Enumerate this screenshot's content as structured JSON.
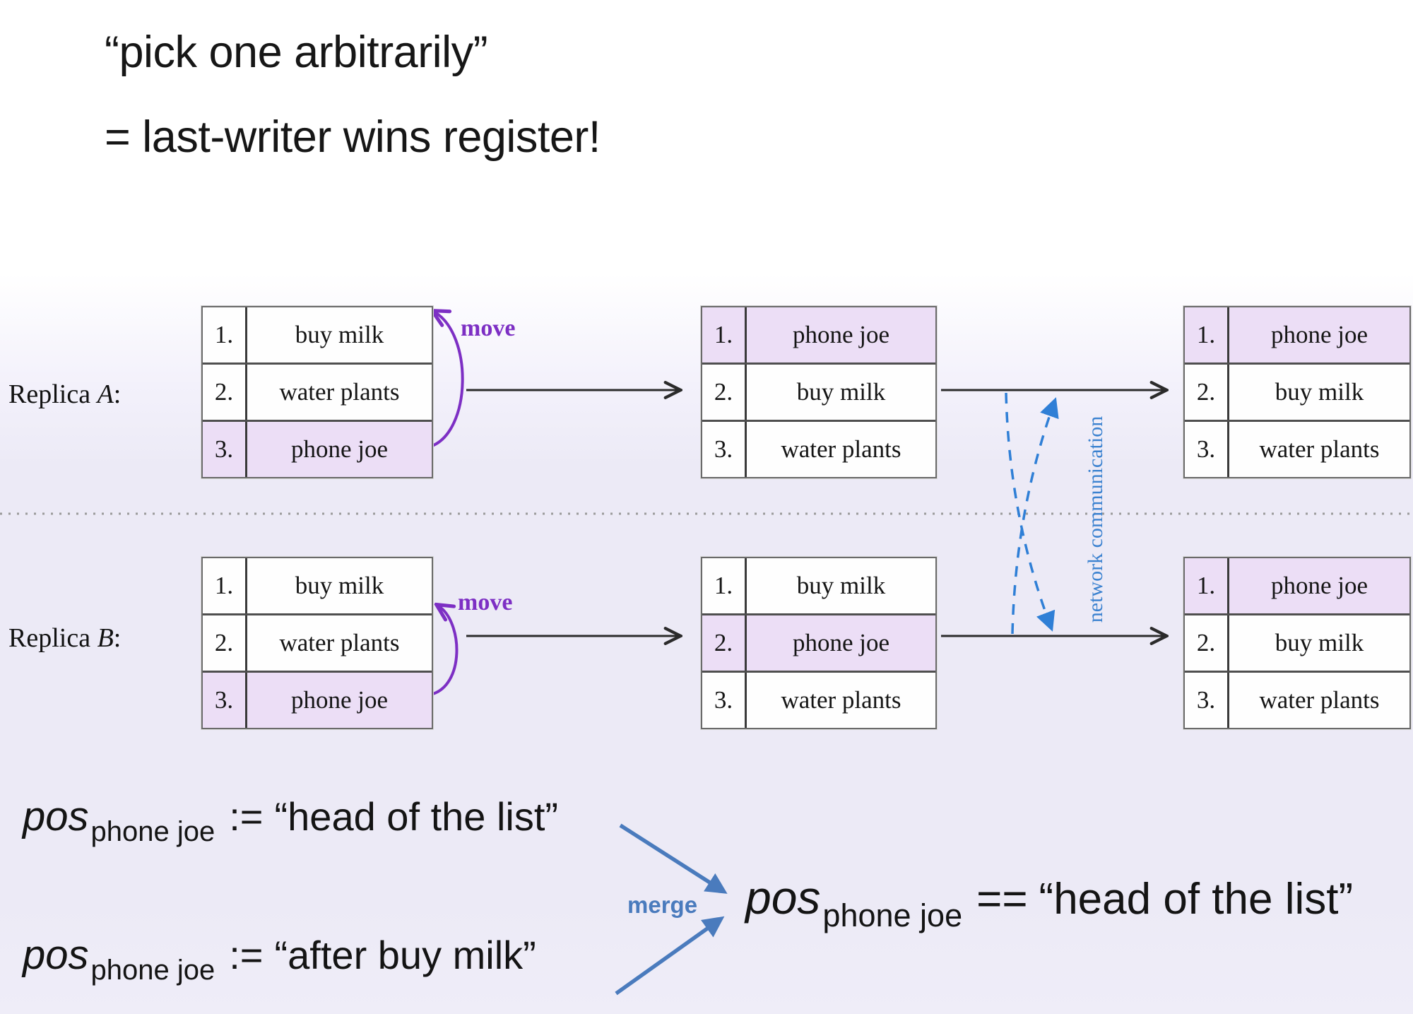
{
  "title": {
    "line1": "“pick one arbitrarily”",
    "line2": "= last-writer wins register!"
  },
  "replica_a": {
    "name": "Replica",
    "letter": "A",
    "colon": ":",
    "move_label": "move",
    "table_initial": {
      "rows": [
        {
          "num": "1.",
          "item": "buy milk",
          "highlight": false
        },
        {
          "num": "2.",
          "item": "water plants",
          "highlight": false
        },
        {
          "num": "3.",
          "item": "phone joe",
          "highlight": true
        }
      ]
    },
    "table_after_move": {
      "rows": [
        {
          "num": "1.",
          "item": "phone joe",
          "highlight": true
        },
        {
          "num": "2.",
          "item": "buy milk",
          "highlight": false
        },
        {
          "num": "3.",
          "item": "water plants",
          "highlight": false
        }
      ]
    },
    "table_final": {
      "rows": [
        {
          "num": "1.",
          "item": "phone joe",
          "highlight": true
        },
        {
          "num": "2.",
          "item": "buy milk",
          "highlight": false
        },
        {
          "num": "3.",
          "item": "water plants",
          "highlight": false
        }
      ]
    }
  },
  "replica_b": {
    "name": "Replica",
    "letter": "B",
    "colon": ":",
    "move_label": "move",
    "table_initial": {
      "rows": [
        {
          "num": "1.",
          "item": "buy milk",
          "highlight": false
        },
        {
          "num": "2.",
          "item": "water plants",
          "highlight": false
        },
        {
          "num": "3.",
          "item": "phone joe",
          "highlight": true
        }
      ]
    },
    "table_after_move": {
      "rows": [
        {
          "num": "1.",
          "item": "buy milk",
          "highlight": false
        },
        {
          "num": "2.",
          "item": "phone joe",
          "highlight": true
        },
        {
          "num": "3.",
          "item": "water plants",
          "highlight": false
        }
      ]
    },
    "table_final": {
      "rows": [
        {
          "num": "1.",
          "item": "phone joe",
          "highlight": true
        },
        {
          "num": "2.",
          "item": "buy milk",
          "highlight": false
        },
        {
          "num": "3.",
          "item": "water plants",
          "highlight": false
        }
      ]
    }
  },
  "network_label": "network communication",
  "merge_label": "merge",
  "formula_a": {
    "var": "pos",
    "sub": "phone joe",
    "op": ":=",
    "value": "“head of the list”"
  },
  "formula_b": {
    "var": "pos",
    "sub": "phone joe",
    "op": ":=",
    "value": "“after buy milk”"
  },
  "formula_result": {
    "var": "pos",
    "sub": "phone joe",
    "op": "==",
    "value": "“head of the list”"
  },
  "colors": {
    "move_purple": "#7d2fc4",
    "network_blue": "#2f7fd6",
    "merge_steel_blue": "#4a7bbd",
    "row_highlight": "#ecdef6",
    "background_tint": "#eceaf6"
  }
}
